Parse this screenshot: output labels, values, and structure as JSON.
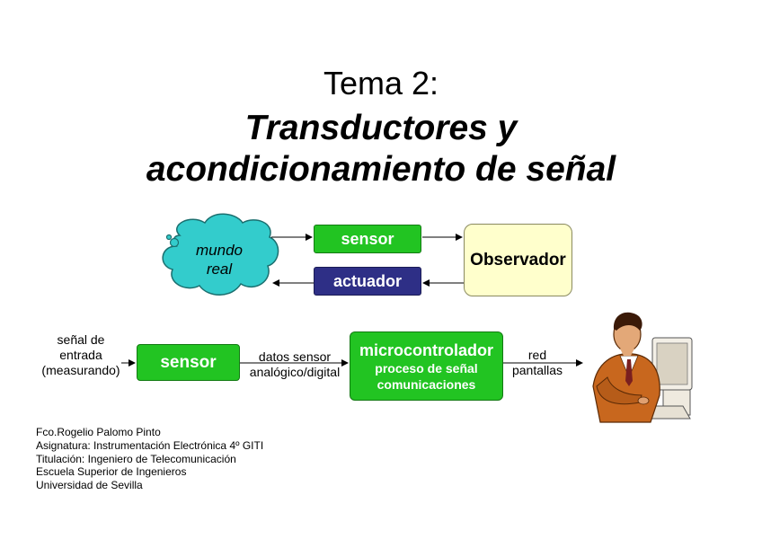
{
  "title": {
    "line1": "Tema 2:",
    "line2": "Transductores y",
    "line3": "acondicionamiento de señal"
  },
  "top_diagram": {
    "cloud_label_1": "mundo",
    "cloud_label_2": "real",
    "sensor": "sensor",
    "actuador": "actuador",
    "observador": "Observador"
  },
  "bottom_diagram": {
    "input_label": [
      "señal de",
      "entrada",
      "(measurando)"
    ],
    "sensor": "sensor",
    "link_label": [
      "datos sensor",
      "analógico/digital"
    ],
    "micro_title": "microcontrolador",
    "micro_line2": "proceso de señal",
    "micro_line3": "comunicaciones",
    "output_label": [
      "red",
      "pantallas"
    ]
  },
  "footer": [
    "Fco.Rogelio Palomo Pinto",
    "Asignatura: Instrumentación  Electrónica 4º GITI",
    "Titulación: Ingeniero de Telecomunicación",
    "Escuela Superior de Ingenieros",
    "Universidad de Sevilla"
  ],
  "colors": {
    "green_box": "#22c422",
    "actuador_box": "#2e2f86",
    "observador_box": "#ffffcc",
    "cloud": "#33cccc"
  },
  "icons": [
    "cloud-shape",
    "person-at-computer-clipart"
  ]
}
